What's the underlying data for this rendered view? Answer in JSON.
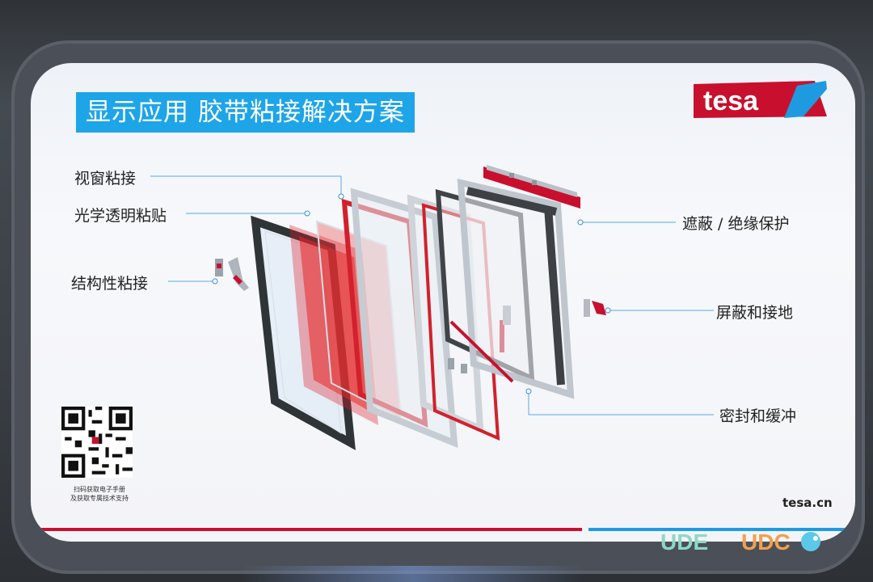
{
  "headline": "显示应用 胶带粘接解决方案",
  "brand": {
    "logo_text": "tesa",
    "website": "tesa.cn",
    "colors": {
      "red": "#c8102e",
      "blue": "#1ea5e8"
    }
  },
  "callouts_left": [
    {
      "label": "视窗粘接"
    },
    {
      "label": "光学透明粘贴"
    },
    {
      "label": "结构性粘接"
    }
  ],
  "callouts_right": [
    {
      "label": "遮蔽 / 绝缘保护"
    },
    {
      "label": "屏蔽和接地"
    },
    {
      "label": "密封和缓冲"
    }
  ],
  "qr_caption": {
    "line1": "扫码获取电子手册",
    "line2": "及获取专属技术支持"
  },
  "event_logos": {
    "first": "UDE",
    "second": "UDC"
  },
  "icons": [
    "qr-code-icon",
    "tesa-logo",
    "event-logo"
  ]
}
